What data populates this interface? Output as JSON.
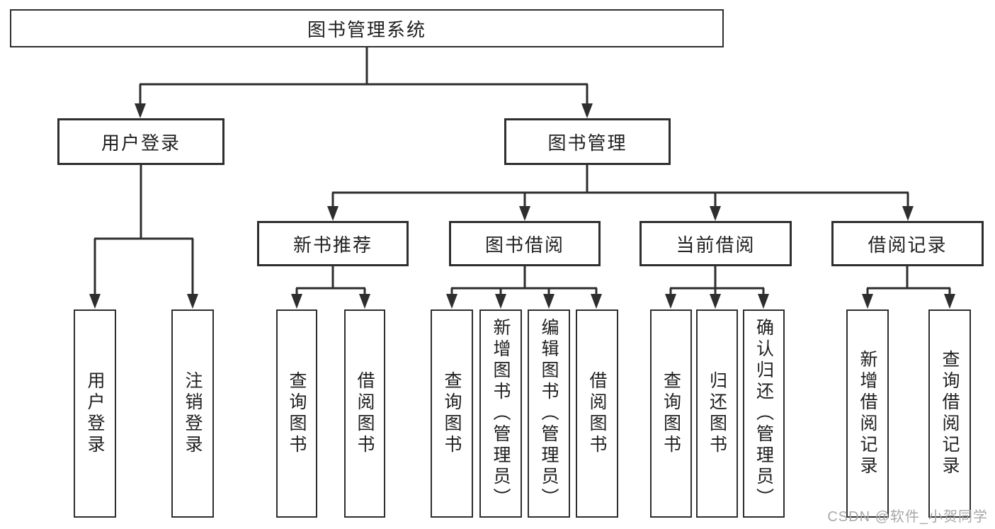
{
  "root_label": "图书管理系统",
  "level2": [
    {
      "label": "用户登录",
      "children": [
        "用户登录",
        "注销登录"
      ]
    },
    {
      "label": "图书管理"
    }
  ],
  "level3": [
    {
      "label": "新书推荐",
      "children": [
        "查询图书",
        "借阅图书"
      ]
    },
    {
      "label": "图书借阅",
      "children": [
        "查询图书",
        "新增图书（管理员）",
        "编辑图书（管理员）",
        "借阅图书"
      ]
    },
    {
      "label": "当前借阅",
      "children": [
        "查询图书",
        "归还图书",
        "确认归还（管理员）"
      ]
    },
    {
      "label": "借阅记录",
      "children": [
        "新增借阅记录",
        "查询借阅记录"
      ]
    }
  ],
  "watermark": "CSDN @软件_小贺同学",
  "colors": {
    "line": "#2e2e2e",
    "box_background": "#ffffff",
    "text": "#1f1f1f",
    "watermark": "#a8a8a8",
    "page_background": "#ffffff"
  }
}
